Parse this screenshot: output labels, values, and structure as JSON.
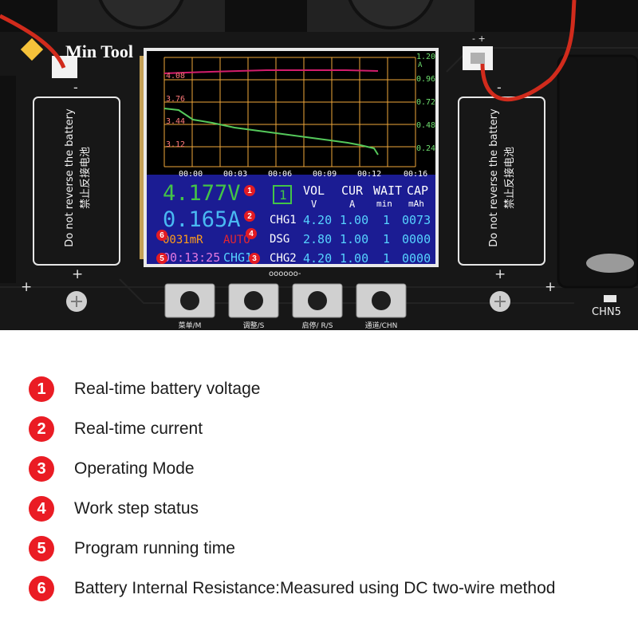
{
  "brand": {
    "logo_text": "Min Tool"
  },
  "board": {
    "slot_warning_en": "Do not reverse the battery",
    "slot_warning_cn": "禁止反接电池",
    "plus": "+",
    "minus": "-",
    "connector_polarity": "- +",
    "header_label": "oooooo-",
    "channel_label": "CHN5",
    "buttons": [
      {
        "label": "菜单/M"
      },
      {
        "label": "调整/S"
      },
      {
        "label": "启停/ R/S"
      },
      {
        "label": "通道/CHN"
      }
    ]
  },
  "screen": {
    "graph": {
      "left_axis": [
        "4.08",
        "3.76",
        "3.44",
        "3.12"
      ],
      "right_axis": [
        "1.20",
        "A",
        "0.96",
        "0.72",
        "0.48",
        "0.24"
      ],
      "time_axis": [
        "00:00",
        "00:03",
        "00:06",
        "00:09",
        "00:12",
        "00:16"
      ]
    },
    "voltage": "4.177V",
    "current": "0.165A",
    "resistance": "0031mR",
    "auto": "AUTO",
    "time": "00:13:25",
    "mode": "CHG1",
    "channel_box": "1",
    "table": {
      "headers": [
        "VOL",
        "CUR",
        "WAIT",
        "CAP"
      ],
      "units": [
        "V",
        "A",
        "min",
        "mAh"
      ],
      "rows": [
        {
          "step": "CHG1",
          "vol": "4.20",
          "cur": "1.00",
          "wait": "1",
          "cap": "0073"
        },
        {
          "step": "DSG",
          "vol": "2.80",
          "cur": "1.00",
          "wait": "1",
          "cap": "0000"
        },
        {
          "step": "CHG2",
          "vol": "4.20",
          "cur": "1.00",
          "wait": "1",
          "cap": "0000"
        }
      ]
    }
  },
  "legend": [
    {
      "num": "1",
      "text": "Real-time battery voltage"
    },
    {
      "num": "2",
      "text": "Real-time current"
    },
    {
      "num": "3",
      "text": "Operating Mode"
    },
    {
      "num": "4",
      "text": "Work step status"
    },
    {
      "num": "5",
      "text": "Program running time"
    },
    {
      "num": "6",
      "text": "Battery Internal Resistance:Measured using DC two-wire method"
    }
  ],
  "colors": {
    "legend_badge": "#ea1c24",
    "voltage_green": "#43c447",
    "current_cyan": "#49b9f2",
    "table_cyan": "#56d2ff",
    "resistance_orange": "#ff9d1a",
    "auto_red": "#e6262f",
    "graph_grid": "#f0a73a",
    "curve_red": "#d21d6c",
    "curve_green": "#55c95b"
  }
}
